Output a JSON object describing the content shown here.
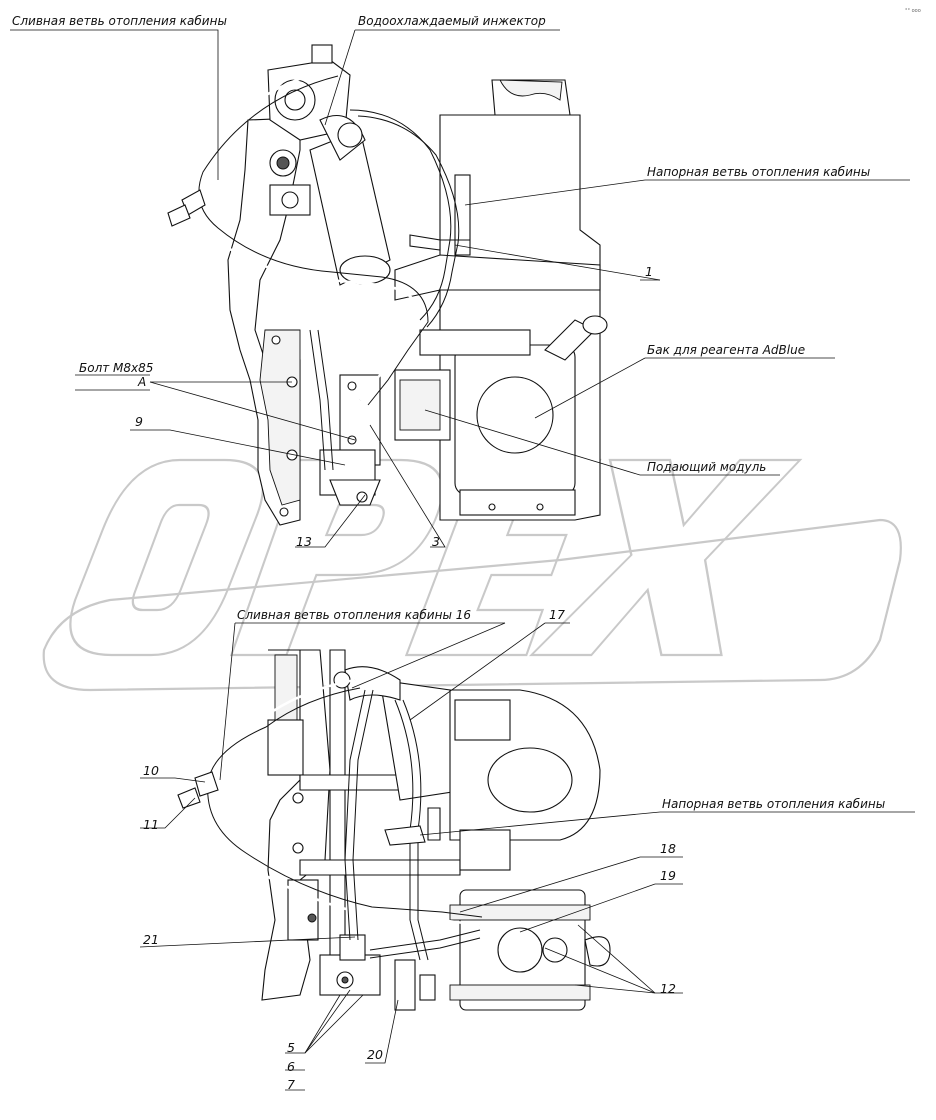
{
  "labels": {
    "drain_branch_top": "Сливная ветвь отопления кабины",
    "injector": "Водоохлаждаемый инжектор",
    "pressure_branch_top": "Напорная ветвь отопления кабины",
    "bolt": "Болт М8х85",
    "bolt_ref": "А",
    "tank": "Бак для реагента AdBlue",
    "supply_module": "Подающий модуль",
    "drain_branch_bottom": "Сливная ветвь отопления кабины 16",
    "pressure_branch_bottom": "Напорная ветвь отопления кабины",
    "corner_mark": "°° ooo"
  },
  "callouts": {
    "n1": "1",
    "n9": "9",
    "n13": "13",
    "n3": "3",
    "n17": "17",
    "n10": "10",
    "n11": "11",
    "n18": "18",
    "n19": "19",
    "n12": "12",
    "n21": "21",
    "n5": "5",
    "n6": "6",
    "n7": "7",
    "n20": "20"
  },
  "watermark": "OPEX"
}
